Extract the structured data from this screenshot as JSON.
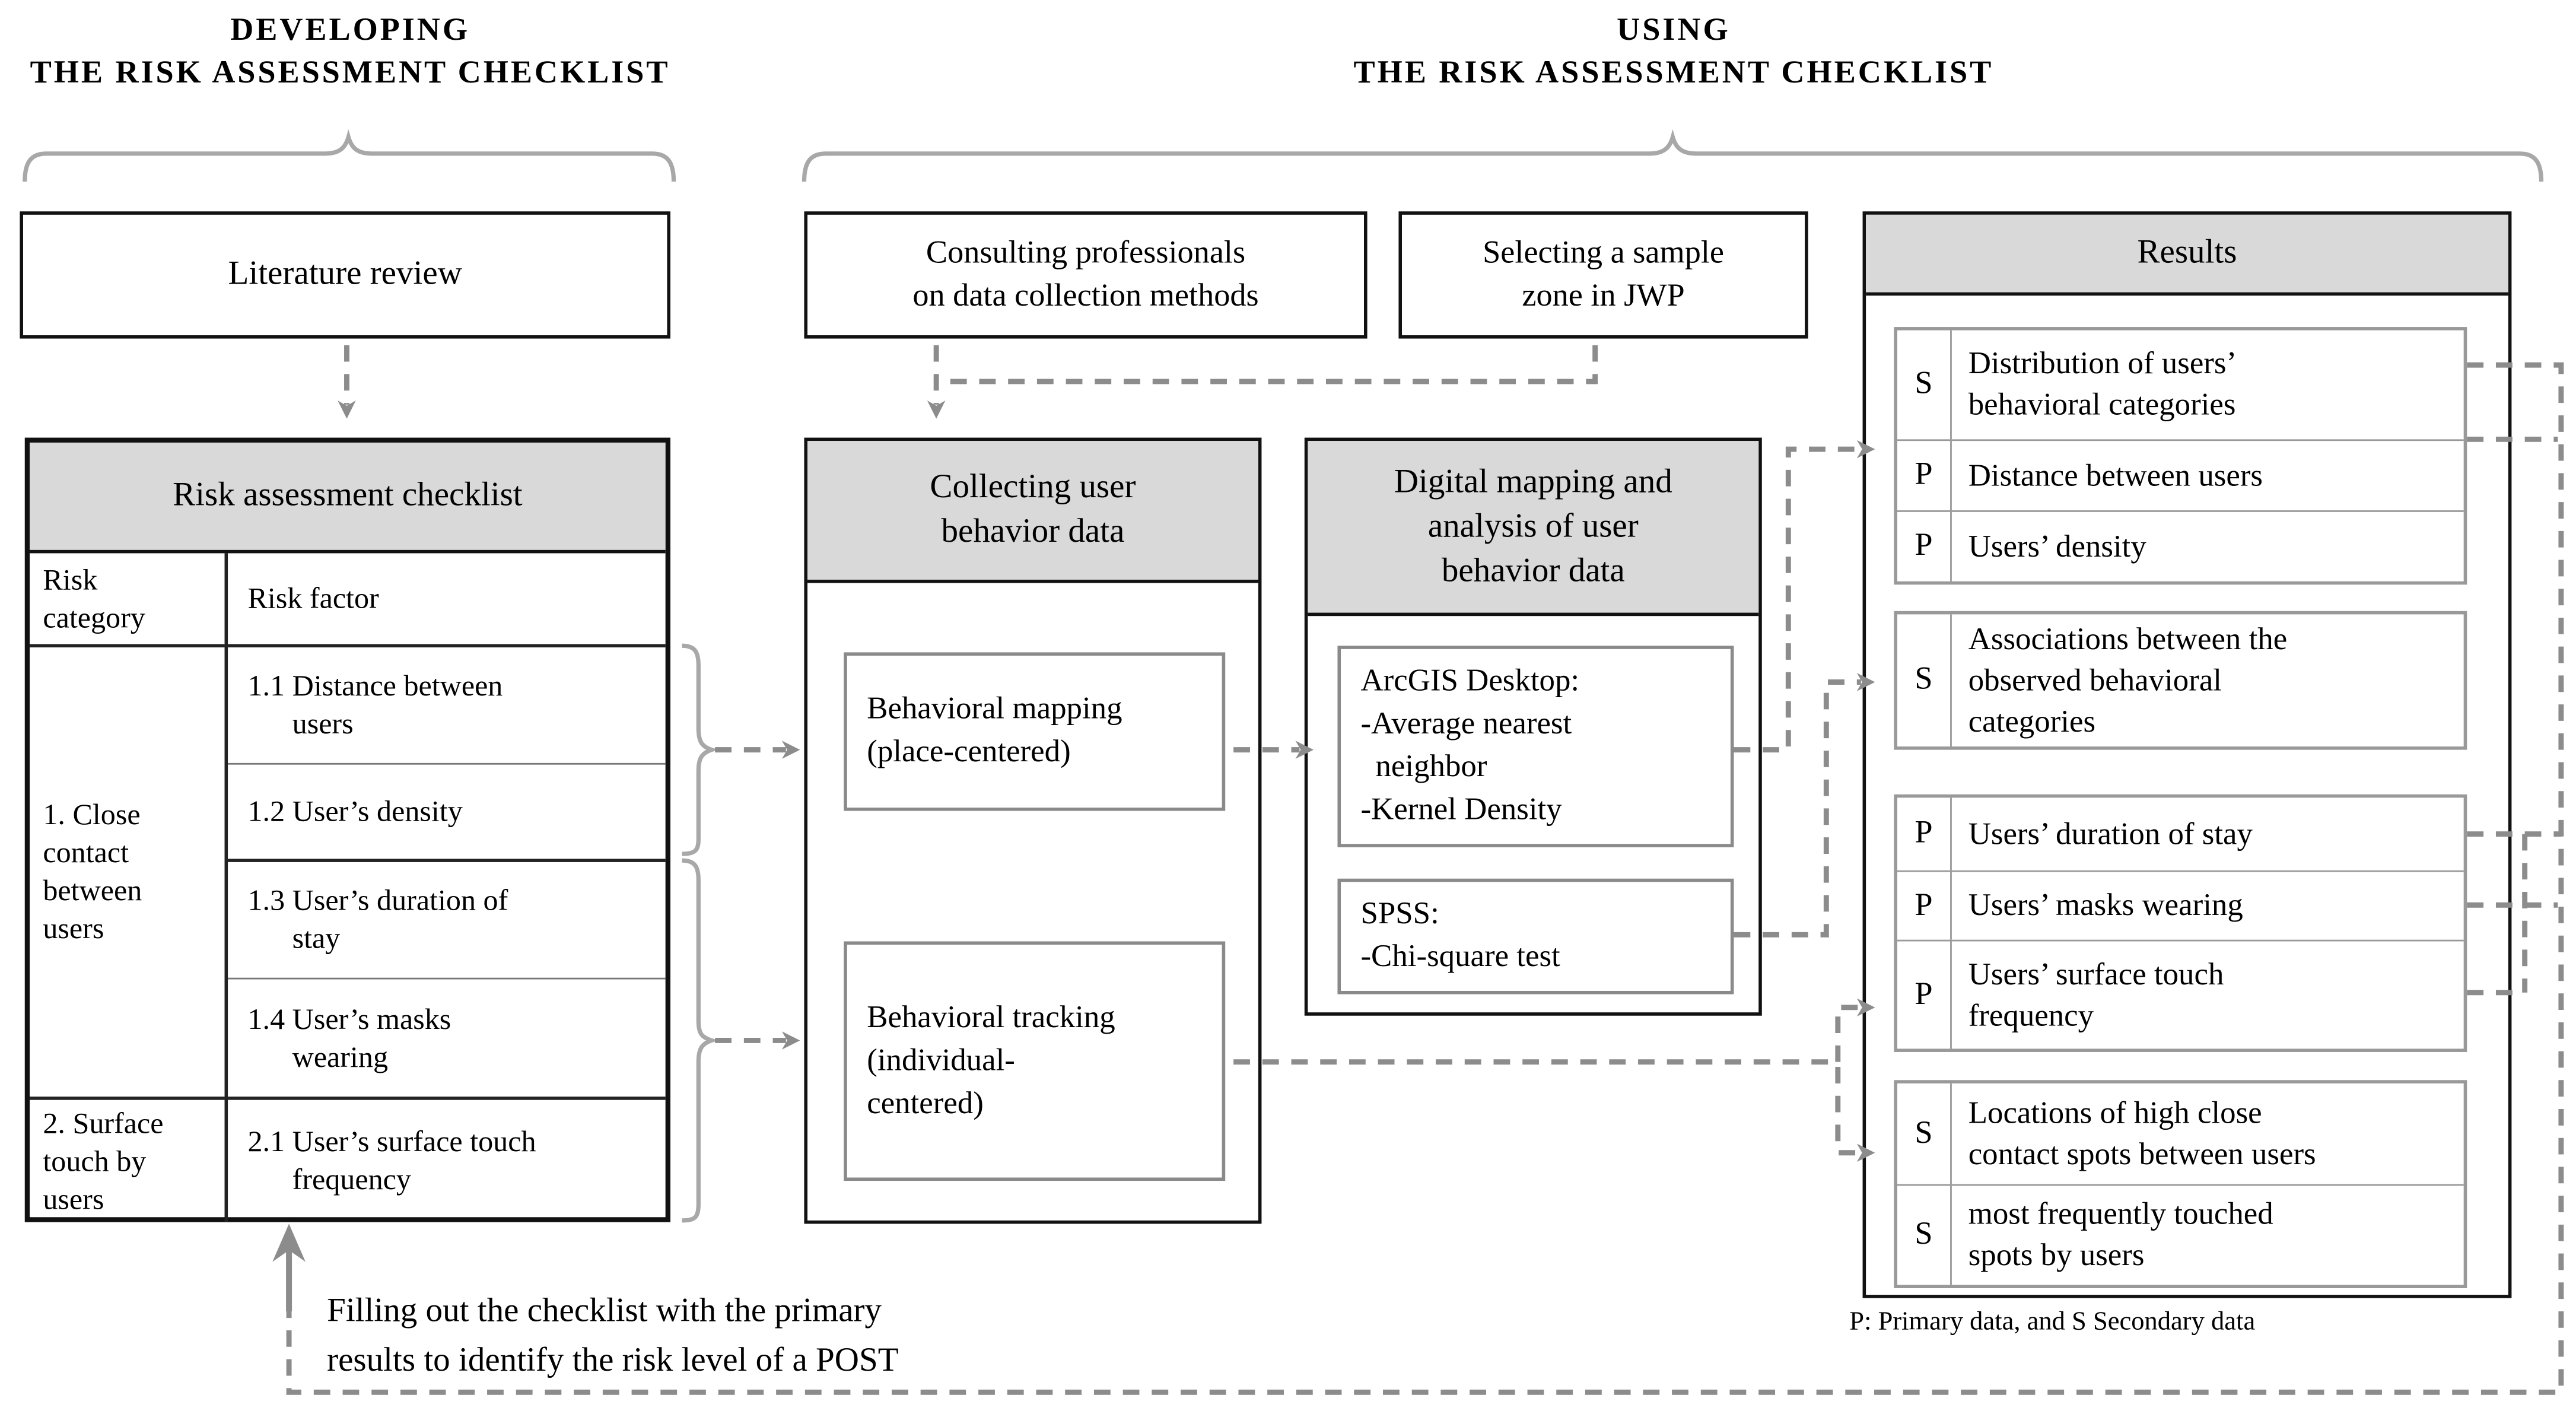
{
  "titles": {
    "developing": {
      "lines": [
        "DEVELOPING",
        "THE RISK ASSESSMENT CHECKLIST"
      ]
    },
    "using": {
      "lines": [
        "USING",
        "THE RISK ASSESSMENT CHECKLIST"
      ]
    }
  },
  "literature_review": {
    "label": "Literature review"
  },
  "checklist": {
    "title": "Risk assessment checklist",
    "col_headers": {
      "category": {
        "lines": [
          "Risk",
          "category"
        ]
      },
      "factor": "Risk factor"
    },
    "categories": [
      {
        "lines": [
          "1. Close",
          "contact",
          "between",
          "users"
        ]
      },
      {
        "lines": [
          "2. Surface",
          "touch by",
          "users"
        ]
      }
    ],
    "factors": [
      {
        "lines": [
          "1.1 Distance between",
          "users"
        ]
      },
      {
        "lines": [
          "1.2 User’s density"
        ]
      },
      {
        "lines": [
          "1.3 User’s duration of",
          "stay"
        ]
      },
      {
        "lines": [
          "1.4 User’s masks",
          "wearing"
        ]
      },
      {
        "lines": [
          "2.1 User’s surface touch",
          "frequency"
        ]
      }
    ]
  },
  "consulting": {
    "lines": [
      "Consulting professionals",
      "on data collection methods"
    ]
  },
  "selecting": {
    "lines": [
      "Selecting a sample",
      "zone in JWP"
    ]
  },
  "collecting": {
    "title_lines": [
      "Collecting user",
      "behavior data"
    ],
    "mapping": {
      "lines": [
        "Behavioral mapping",
        "(place-centered)"
      ]
    },
    "tracking": {
      "lines": [
        "Behavioral tracking",
        "(individual-",
        "centered)"
      ]
    }
  },
  "digital": {
    "title_lines": [
      "Digital mapping and",
      "analysis of user",
      "behavior data"
    ],
    "arcgis": {
      "lines": [
        "ArcGIS Desktop:",
        "-Average nearest",
        "neighbor",
        "-Kernel Density"
      ]
    },
    "spss": {
      "lines": [
        "SPSS:",
        "-Chi-square test"
      ]
    }
  },
  "results": {
    "title": "Results",
    "groups": [
      {
        "rows": [
          {
            "tag": "S",
            "lines": [
              "Distribution of users’",
              "behavioral categories"
            ]
          },
          {
            "tag": "P",
            "lines": [
              "Distance between users"
            ]
          },
          {
            "tag": "P",
            "lines": [
              "Users’ density"
            ]
          }
        ]
      },
      {
        "rows": [
          {
            "tag": "S",
            "lines": [
              "Associations between the",
              "observed behavioral",
              "categories"
            ]
          }
        ]
      },
      {
        "rows": [
          {
            "tag": "P",
            "lines": [
              "Users’ duration of stay"
            ]
          },
          {
            "tag": "P",
            "lines": [
              "Users’ masks wearing"
            ]
          },
          {
            "tag": "P",
            "lines": [
              "Users’ surface touch",
              "frequency"
            ]
          }
        ]
      },
      {
        "rows": [
          {
            "tag": "S",
            "lines": [
              "Locations of high close",
              "contact spots between users"
            ]
          },
          {
            "tag": "S",
            "lines": [
              "most frequently touched",
              "spots by users"
            ]
          }
        ]
      }
    ],
    "footnote": "P: Primary data, and S Secondary data"
  },
  "bottom_note": {
    "lines": [
      "Filling out the checklist with the primary",
      "results to identify the risk level of a POST"
    ]
  },
  "colors": {
    "header_fill": "#d9d9d9",
    "dashed_line": "#8c8c8c",
    "brace": "#a8a8a8",
    "border_dark": "#111111",
    "border_gray": "#8a8a8a"
  }
}
